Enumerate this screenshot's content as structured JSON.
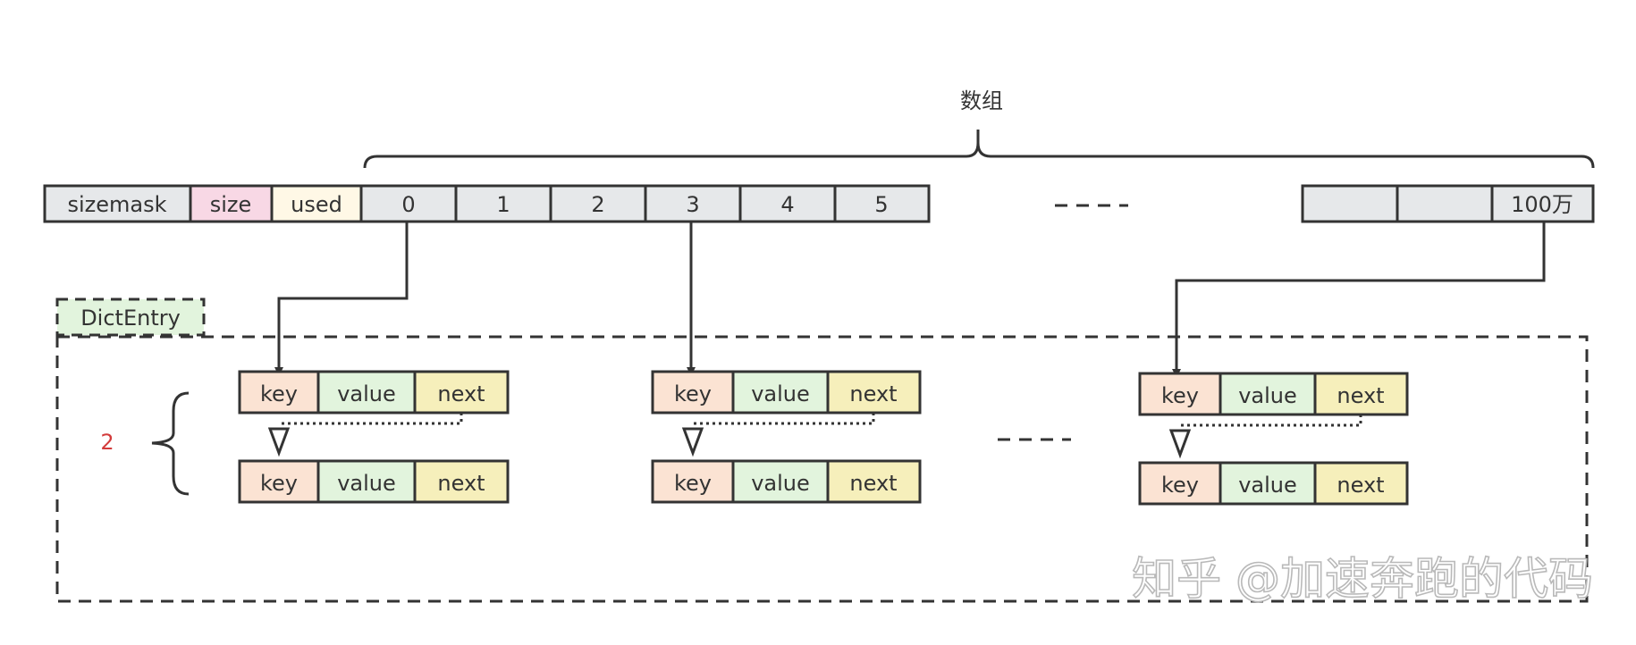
{
  "title": "数组",
  "header_cells": {
    "sizemask": "sizemask",
    "size": "size",
    "used": "used"
  },
  "array_indices": [
    "0",
    "1",
    "2",
    "3",
    "4",
    "5"
  ],
  "array_tail": [
    "",
    "",
    "100万"
  ],
  "entry_group_label": "DictEntry",
  "chain_count": "2",
  "entry_fields": {
    "key": "key",
    "value": "value",
    "next": "next"
  },
  "watermark": "知乎 @加速奔跑的代码",
  "colors": {
    "stroke": "#333333",
    "array_cell": "#e6e8ea",
    "size_cell": "#f8d8e5",
    "used_cell": "#fff8e6",
    "key_cell": "#fbe3d3",
    "value_cell": "#e2f4dd",
    "next_cell": "#f6efbb",
    "dict_label_fill": "#e2f4dd",
    "count_color": "#d33b3b"
  }
}
